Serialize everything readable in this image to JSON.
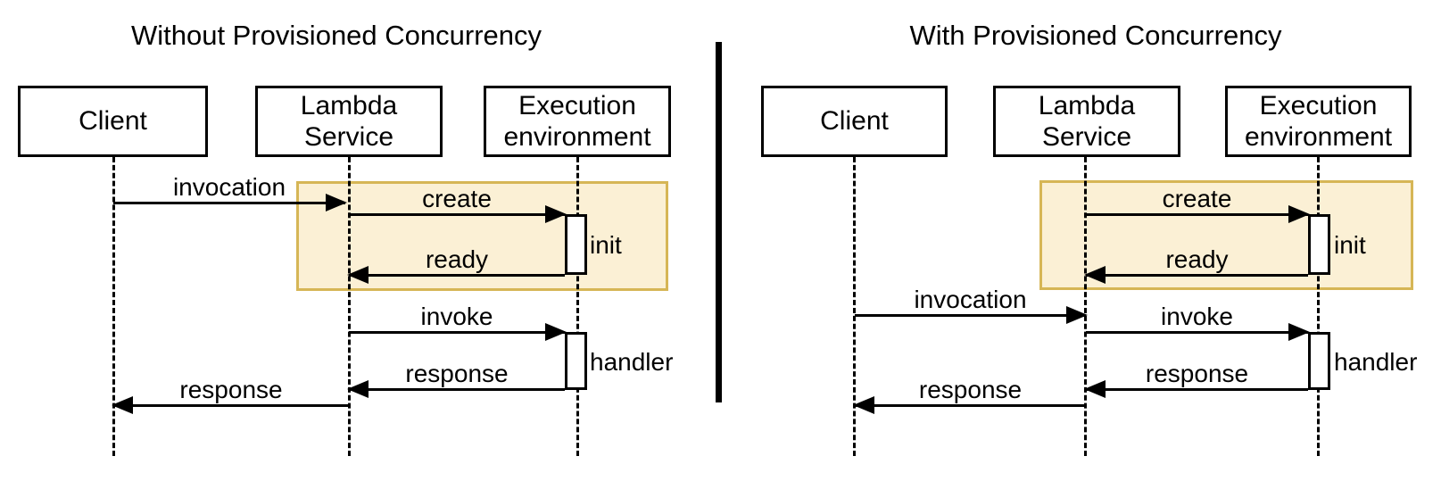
{
  "colors": {
    "background": "#ffffff",
    "line": "#000000",
    "highlight_fill": "#fbf0d5",
    "highlight_border": "#d6b656"
  },
  "left_panel": {
    "title": "Without Provisioned Concurrency",
    "actors": [
      {
        "label": "Client"
      },
      {
        "label": "Lambda\nService"
      },
      {
        "label": "Execution\nenvironment"
      }
    ],
    "messages": [
      {
        "label": "invocation",
        "from": "Client",
        "to": "Lambda Service"
      },
      {
        "label": "create",
        "from": "Lambda Service",
        "to": "Execution environment"
      },
      {
        "label": "ready",
        "from": "Execution environment",
        "to": "Lambda Service"
      },
      {
        "label": "invoke",
        "from": "Lambda Service",
        "to": "Execution environment"
      },
      {
        "label": "response",
        "from": "Execution environment",
        "to": "Lambda Service"
      },
      {
        "label": "response",
        "from": "Lambda Service",
        "to": "Client"
      }
    ],
    "activations": [
      {
        "label": "init"
      },
      {
        "label": "handler"
      }
    ]
  },
  "right_panel": {
    "title": "With Provisioned Concurrency",
    "actors": [
      {
        "label": "Client"
      },
      {
        "label": "Lambda\nService"
      },
      {
        "label": "Execution\nenvironment"
      }
    ],
    "messages": [
      {
        "label": "create",
        "from": "Lambda Service",
        "to": "Execution environment"
      },
      {
        "label": "ready",
        "from": "Execution environment",
        "to": "Lambda Service"
      },
      {
        "label": "invocation",
        "from": "Client",
        "to": "Lambda Service"
      },
      {
        "label": "invoke",
        "from": "Lambda Service",
        "to": "Execution environment"
      },
      {
        "label": "response",
        "from": "Execution environment",
        "to": "Lambda Service"
      },
      {
        "label": "response",
        "from": "Lambda Service",
        "to": "Client"
      }
    ],
    "activations": [
      {
        "label": "init"
      },
      {
        "label": "handler"
      }
    ]
  }
}
